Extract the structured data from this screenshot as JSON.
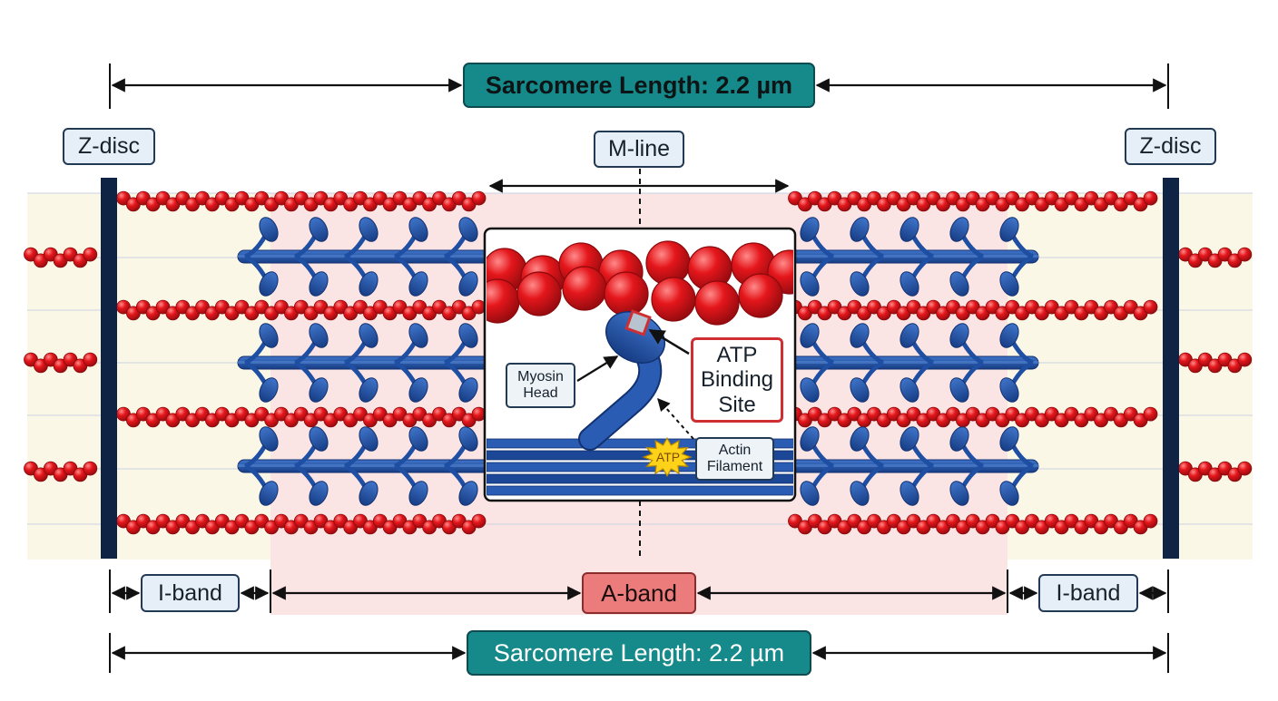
{
  "labels": {
    "sarcomere_top": "Sarcomere Length: 2.2 µm",
    "sarcomere_bottom": "Sarcomere Length: 2.2 µm",
    "z_disc_left": "Z-disc",
    "z_disc_right": "Z-disc",
    "m_line": "M-line",
    "i_band_left": "I-band",
    "i_band_right": "I-band",
    "a_band": "A-band"
  },
  "inset": {
    "myosin_head": [
      "Myosin",
      "Head"
    ],
    "atp_binding_site": [
      "ATP",
      "Binding",
      "Site"
    ],
    "actin_filament": [
      "Actin",
      "Filament"
    ],
    "atp_badge": "ATP"
  },
  "colors": {
    "actin": "#e4161b",
    "myosin": "#1f4fa3",
    "z_disc": "#0f2444",
    "teal": "#168a8a",
    "a_band": "#ec7b7b",
    "i_band_bg": "#fbf7e7",
    "a_band_bg": "#fbe4e4"
  }
}
